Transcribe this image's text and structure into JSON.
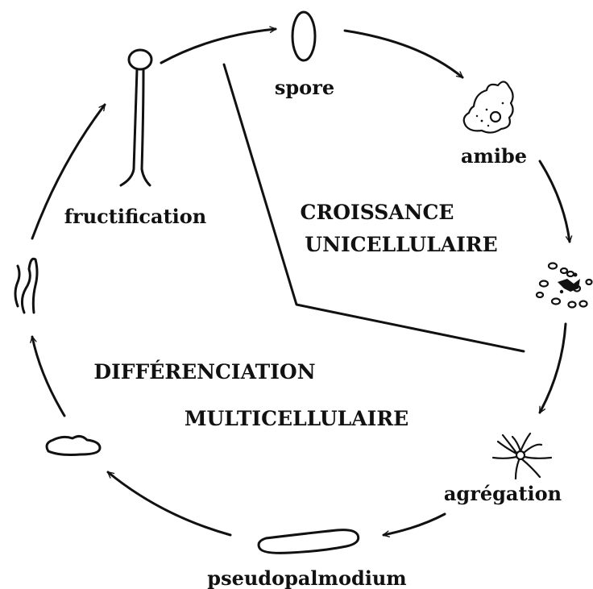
{
  "stages": {
    "spore": "spore",
    "amibe": "amibe",
    "agregation": "agrégation",
    "pseudoplasmodium": "pseudopalmodium",
    "fructification": "fructification"
  },
  "zones": {
    "growth_line1": "CROISSANCE",
    "growth_line2": "UNICELLULAIRE",
    "differentiation_line1": "DIFFÉRENCIATION",
    "differentiation_line2": "MULTICELLULAIRE"
  },
  "colors": {
    "ink": "#111111",
    "background": "#ffffff"
  }
}
